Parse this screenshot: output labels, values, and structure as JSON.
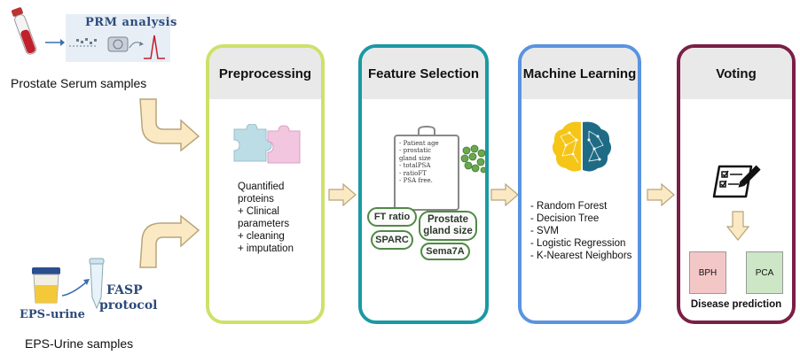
{
  "sources": {
    "serum": {
      "label": "Prostate Serum samples",
      "method": "PRM analysis"
    },
    "urine": {
      "label": "EPS-Urine samples",
      "method_line1": "FASP",
      "method_line2": "protocol",
      "tube_label": "EPS-urine"
    }
  },
  "steps": {
    "preprocessing": {
      "title": "Preprocessing",
      "lines": [
        "Quantified",
        "proteins",
        "+ Clinical",
        "parameters",
        "+ cleaning",
        "+ imputation"
      ]
    },
    "feature_selection": {
      "title": "Feature Selection",
      "sheet": [
        "- Patient age",
        "- prostatic",
        "  gland size",
        "- totalPSA",
        "- ratioFT",
        "- PSA free."
      ],
      "features": [
        "FT ratio",
        "Prostate gland size",
        "SPARC",
        "Sema7A"
      ]
    },
    "machine_learning": {
      "title": "Machine Learning",
      "models": [
        "- Random Forest",
        "- Decision Tree",
        "- SVM",
        "- Logistic Regression",
        "- K-Nearest Neighbors"
      ]
    },
    "voting": {
      "title": "Voting",
      "classes": [
        "BPH",
        "PCA"
      ],
      "result": "Disease prediction"
    }
  },
  "colors": {
    "preprocessing": "#cfe06a",
    "feature_selection": "#1a99a3",
    "machine_learning": "#5a93e0",
    "voting": "#7a1f45",
    "arrow_fill": "#fbe9c4",
    "arrow_stroke": "#b7a57a"
  }
}
